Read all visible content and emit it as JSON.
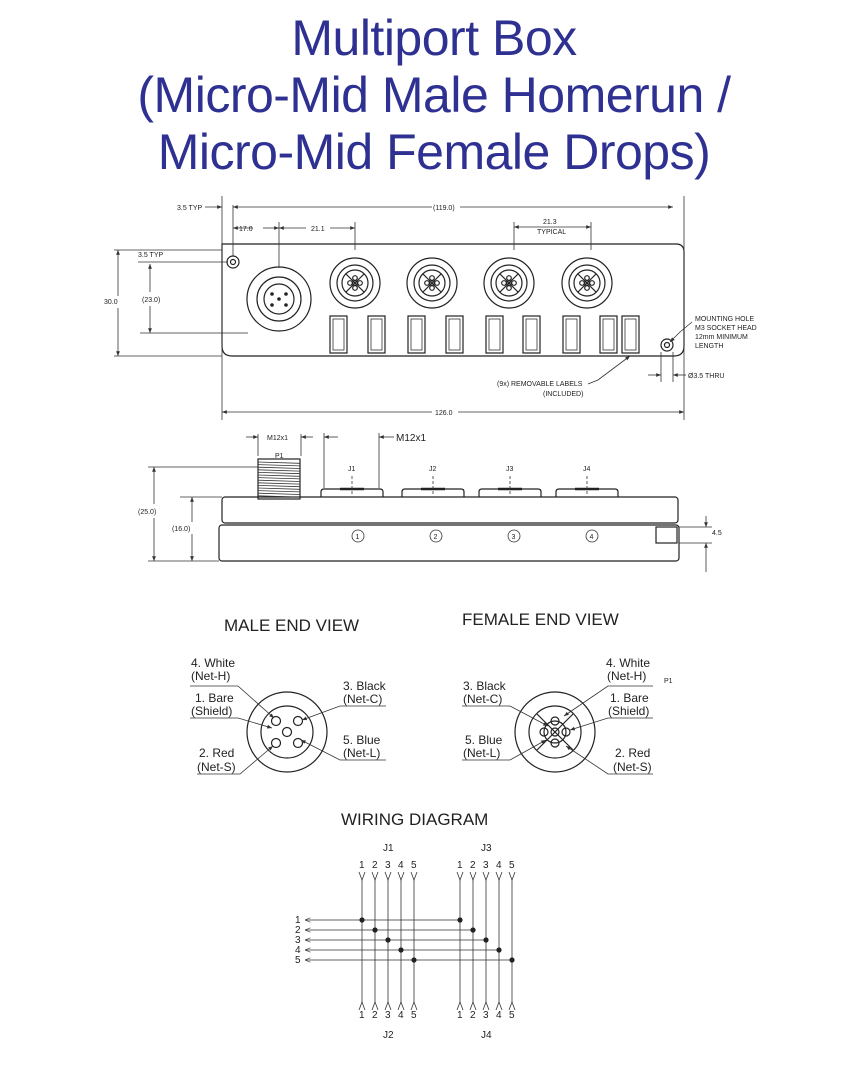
{
  "title": {
    "line1": "Multiport Box",
    "line2": "(Micro-Mid Male Homerun /",
    "line3": "Micro-Mid Female Drops)"
  },
  "top_view": {
    "dim_typ_left": "3.5 TYP",
    "dim_overall_inner": "(119.0)",
    "dim_17": "17.0",
    "dim_21_1": "21.1",
    "dim_21_3": "21.3",
    "dim_typical": "TYPICAL",
    "dim_typ_vert": "3.5 TYP",
    "dim_30": "30.0",
    "dim_23": "(23.0)",
    "dim_126": "126.0",
    "mounting_hole_1": "MOUNTING HOLE",
    "mounting_hole_2": "M3 SOCKET HEAD",
    "mounting_hole_3": "12mm MINIMUM",
    "mounting_hole_4": "LENGTH",
    "thru": "Ø3.5 THRU",
    "labels_1": "(9x) REMOVABLE LABELS",
    "labels_2": "(INCLUDED)"
  },
  "side_view": {
    "m12_left": "M12x1",
    "m12_right": "M12x1",
    "p1": "P1",
    "ports": [
      "J1",
      "J2",
      "J3",
      "J4"
    ],
    "circles": [
      "1",
      "2",
      "3",
      "4"
    ],
    "dim_25": "(25.0)",
    "dim_16": "(16.0)",
    "dim_4_5": "4.5"
  },
  "male_view": {
    "heading": "MALE END VIEW",
    "white_1": "4. White",
    "white_2": "(Net-H)",
    "bare_1": "1. Bare",
    "bare_2": "(Shield)",
    "red_1": "2. Red",
    "red_2": "(Net-S)",
    "black_1": "3. Black",
    "black_2": "(Net-C)",
    "blue_1": "5. Blue",
    "blue_2": "(Net-L)"
  },
  "female_view": {
    "heading": "FEMALE END VIEW",
    "p1": "P1",
    "white_1": "4. White",
    "white_2": "(Net-H)",
    "bare_1": "1. Bare",
    "bare_2": "(Shield)",
    "red_1": "2. Red",
    "red_2": "(Net-S)",
    "black_1": "3. Black",
    "black_2": "(Net-C)",
    "blue_1": "5. Blue",
    "blue_2": "(Net-L)"
  },
  "wiring": {
    "heading": "WIRING DIAGRAM",
    "top_groups": [
      "J1",
      "J3"
    ],
    "bottom_groups": [
      "J2",
      "J4"
    ],
    "pins": [
      "1",
      "2",
      "3",
      "4",
      "5"
    ],
    "inputs": [
      "1",
      "2",
      "3",
      "4",
      "5"
    ]
  },
  "colors": {
    "title": "#2e3192",
    "line": "#222222"
  }
}
